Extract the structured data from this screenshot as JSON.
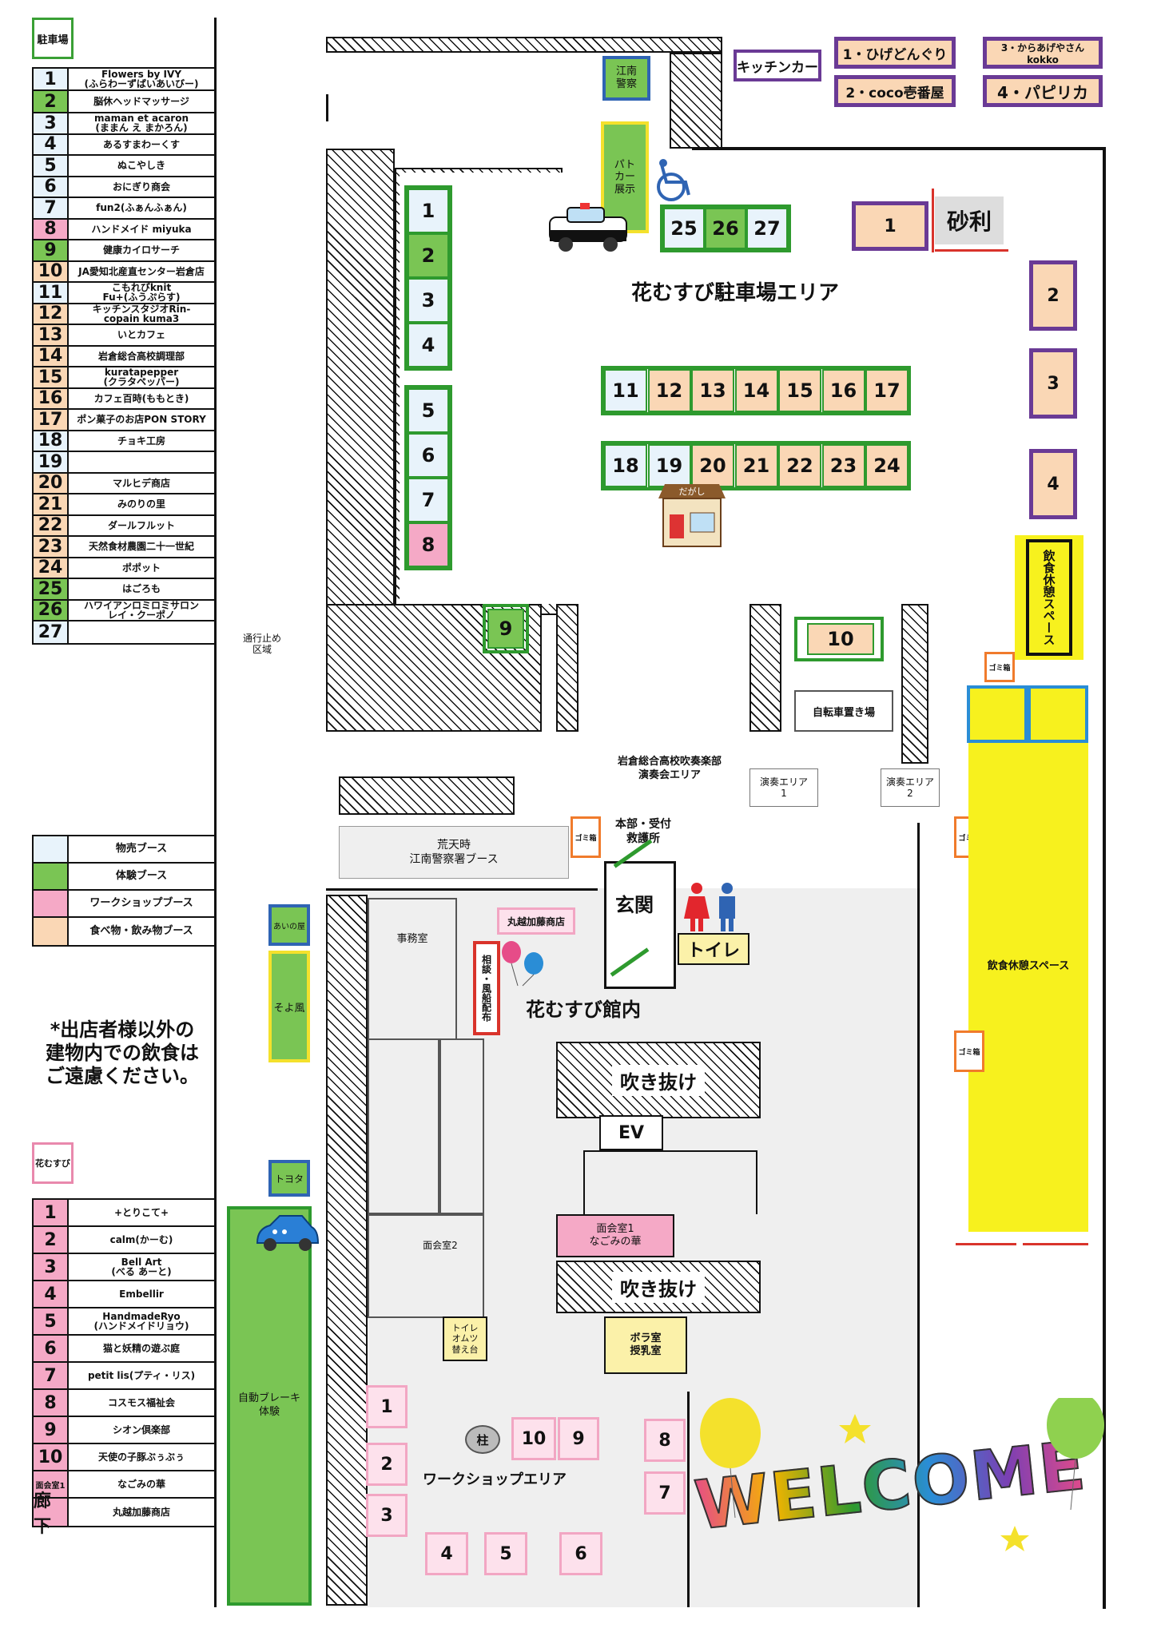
{
  "parking_legend": {
    "title": "駐車場",
    "rows": [
      {
        "num": "1",
        "name": "Flowers by IVY\n(ふらわーずばいあいびー)",
        "type": "sale"
      },
      {
        "num": "2",
        "name": "脳休ヘッドマッサージ",
        "type": "exp"
      },
      {
        "num": "3",
        "name": "maman et acaron\n(ままん え まかろん)",
        "type": "sale"
      },
      {
        "num": "4",
        "name": "あるすまわーくす",
        "type": "sale"
      },
      {
        "num": "5",
        "name": "ぬこやしき",
        "type": "sale"
      },
      {
        "num": "6",
        "name": "おにぎり商会",
        "type": "sale"
      },
      {
        "num": "7",
        "name": "fun2(ふぁんふぁん)",
        "type": "sale"
      },
      {
        "num": "8",
        "name": "ハンドメイド miyuka",
        "type": "ws"
      },
      {
        "num": "9",
        "name": "健康カイロサーチ",
        "type": "exp"
      },
      {
        "num": "10",
        "name": "JA愛知北産直センター岩倉店",
        "type": "food"
      },
      {
        "num": "11",
        "name": "こもれびknit\nFu+(ふうぷらす)",
        "type": "sale"
      },
      {
        "num": "12",
        "name": "キッチンスタジオRin-\ncopain kuma3",
        "type": "food"
      },
      {
        "num": "13",
        "name": "いとカフェ",
        "type": "food"
      },
      {
        "num": "14",
        "name": "岩倉総合高校調理部",
        "type": "food"
      },
      {
        "num": "15",
        "name": "kuratapepper\n(クラタペッパー)",
        "type": "food"
      },
      {
        "num": "16",
        "name": "カフェ百時(ももとき)",
        "type": "food"
      },
      {
        "num": "17",
        "name": "ポン菓子のお店PON STORY",
        "type": "food"
      },
      {
        "num": "18",
        "name": "チョキ工房",
        "type": "sale"
      },
      {
        "num": "19",
        "name": "",
        "type": "sale"
      },
      {
        "num": "20",
        "name": "マルヒデ商店",
        "type": "food"
      },
      {
        "num": "21",
        "name": "みのりの里",
        "type": "food"
      },
      {
        "num": "22",
        "name": "ダールフルット",
        "type": "food"
      },
      {
        "num": "23",
        "name": "天然食材農園二十一世紀",
        "type": "food"
      },
      {
        "num": "24",
        "name": "ポポット",
        "type": "food"
      },
      {
        "num": "25",
        "name": "はごろも",
        "type": "exp"
      },
      {
        "num": "26",
        "name": "ハワイアンロミロミサロン\nレイ・クーポノ",
        "type": "exp"
      },
      {
        "num": "27",
        "name": "",
        "type": "sale"
      }
    ]
  },
  "key": [
    {
      "label": "物売ブース",
      "color": "#e8f3fb"
    },
    {
      "label": "体験ブース",
      "color": "#7ac554"
    },
    {
      "label": "ワークショップブース",
      "color": "#f5a9c6"
    },
    {
      "label": "食べ物・飲み物ブース",
      "color": "#fad7b5"
    }
  ],
  "notice": "*出店者様以外の\n建物内での飲食は\nご遠慮ください。",
  "hanamusubi_legend": {
    "title": "花むすび",
    "rows": [
      {
        "num": "1",
        "name": "+とりこて+"
      },
      {
        "num": "2",
        "name": "calm(かーむ)"
      },
      {
        "num": "3",
        "name": "Bell Art\n(べる あーと)"
      },
      {
        "num": "4",
        "name": "Embellir"
      },
      {
        "num": "5",
        "name": "HandmadeRyo\n(ハンドメイドリョウ)"
      },
      {
        "num": "6",
        "name": "猫と妖精の遊ぶ庭"
      },
      {
        "num": "7",
        "name": "petit lis(プティ・リス)"
      },
      {
        "num": "8",
        "name": "コスモス福祉会"
      },
      {
        "num": "9",
        "name": "シオン倶楽部"
      },
      {
        "num": "10",
        "name": "天使の子豚ぶぅぶぅ"
      },
      {
        "num": "面会室1",
        "name": "なごみの華"
      },
      {
        "num": "廊下",
        "name": "丸越加藤商店"
      }
    ]
  },
  "kitchen_car": {
    "label": "キッチンカー",
    "items": [
      "1・ひげどんぐり",
      "2・coco壱番屋",
      "3・からあげやさんkokko",
      "4・パピリカ"
    ]
  },
  "map": {
    "parking_area_title": "花むすび駐車場エリア",
    "konan_police": "江南\n警察",
    "patrol_car": "パト\nカー\n展示",
    "gravel": "砂利",
    "kitchen_car_spots": [
      "1",
      "2",
      "3",
      "4"
    ],
    "booth_col1": [
      "1",
      "2",
      "3",
      "4",
      "5",
      "6",
      "7",
      "8"
    ],
    "booth_row_top": [
      "11",
      "12",
      "13",
      "14",
      "15",
      "16",
      "17"
    ],
    "booth_row_bottom": [
      "18",
      "19",
      "20",
      "21",
      "22",
      "23",
      "24"
    ],
    "booth_top": [
      "25",
      "26",
      "27"
    ],
    "booth_9": "9",
    "booth_10": "10",
    "closed_road": "通行止め\n区域",
    "eating_rest_small": "飲食休憩スペース",
    "bicycle": "自転車置き場",
    "band_area": "岩倉総合高校吹奏楽部\n演奏会エリア",
    "perf1": "演奏エリア\n1",
    "perf2": "演奏エリア\n2",
    "police_booth": "荒天時\n江南警察署ブース",
    "reception": "本部・受付\n救護所",
    "entrance": "玄関",
    "toilet": "トイレ",
    "marukoshi": "丸越加藤商店",
    "consult": "相談・風船配布",
    "office": "事務室",
    "hall_title": "花むすび館内",
    "atrium": "吹き抜け",
    "ev": "EV",
    "meeting1": "面会室1\nなごみの華",
    "meeting2": "面会室2",
    "toilet_diaper": "トイレ\nオムツ\n替え台",
    "volunteer": "ボラ室\n授乳室",
    "pillar": "柱",
    "workshop": "ワークショップエリア",
    "ainoya": "あいの屋",
    "soyokaze": "そよ風",
    "toyota": "トヨタ",
    "auto_brake": "自動ブレーキ\n体験",
    "eating_rest_big": "飲食休憩スペース",
    "trash": "ゴミ箱",
    "ws_booths": [
      "1",
      "2",
      "3",
      "4",
      "5",
      "6",
      "7",
      "8",
      "9",
      "10"
    ],
    "welcome": "WELCOME",
    "shop_sign": "だがし"
  }
}
